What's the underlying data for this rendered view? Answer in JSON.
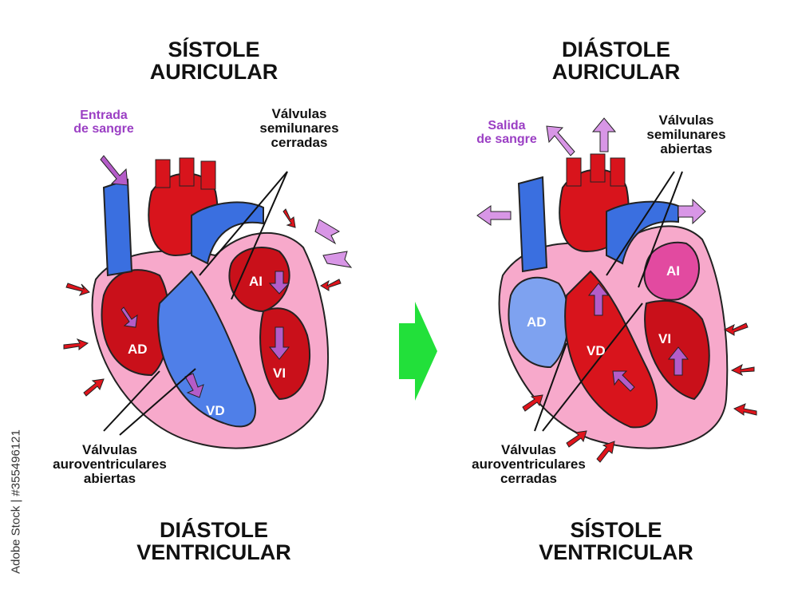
{
  "left": {
    "top_title": [
      "SÍSTOLE",
      "AURICULAR"
    ],
    "bottom_title": [
      "DIÁSTOLE",
      "VENTRICULAR"
    ],
    "blood_label": [
      "Entrada",
      "de sangre"
    ],
    "semilunar_label": [
      "Válvulas",
      "semilunares",
      "cerradas"
    ],
    "av_label": [
      "Válvulas",
      "auroventriculares",
      "abiertas"
    ],
    "chambers": {
      "ai": "AI",
      "ad": "AD",
      "vd": "VD",
      "vi": "VI"
    }
  },
  "right": {
    "top_title": [
      "DIÁSTOLE",
      "AURICULAR"
    ],
    "bottom_title": [
      "SÍSTOLE",
      "VENTRICULAR"
    ],
    "blood_label": [
      "Salida",
      "de sangre"
    ],
    "semilunar_label": [
      "Válvulas",
      "semilunares",
      "abiertas"
    ],
    "av_label": [
      "Válvulas",
      "auroventriculares",
      "cerradas"
    ],
    "chambers": {
      "ai": "AI",
      "ad": "AD",
      "vd": "VD",
      "vi": "VI"
    }
  },
  "watermark": "Adobe Stock | #355496121",
  "colors": {
    "arterial": "#d8141c",
    "venous": "#3a6fe0",
    "wall": "#f4a6c8",
    "flow_arrow": "#b45cc8",
    "transition_arrow": "#22e03a",
    "pressure_arrow": "#e0141c"
  }
}
